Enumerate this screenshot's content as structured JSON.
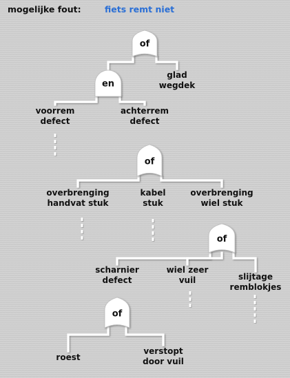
{
  "header": {
    "label": "mogelijke fout:",
    "value": "fiets remt niet"
  },
  "colors": {
    "header_value": "#2a6fd6",
    "line": "#ffffff",
    "gate_fill": "#ffffff",
    "text": "#111111"
  },
  "gates": {
    "root": "of",
    "brake": "en",
    "rear": "of",
    "wheel": "of",
    "hinge": "of"
  },
  "events": {
    "slippery_road": [
      "glad",
      "wegdek"
    ],
    "front_brake": [
      "voorrem",
      "defect"
    ],
    "rear_brake": [
      "achterrem",
      "defect"
    ],
    "handle_transmission": [
      "overbrenging",
      "handvat stuk"
    ],
    "cable": [
      "kabel",
      "stuk"
    ],
    "wheel_transmission": [
      "overbrenging",
      "wiel stuk"
    ],
    "hinge": [
      "scharnier",
      "defect"
    ],
    "wheel_dirty": [
      "wiel zeer",
      "vuil"
    ],
    "brake_pads": [
      "slijtage",
      "remblokjes"
    ],
    "rust": [
      "roest"
    ],
    "clogged": [
      "verstopt",
      "door vuil"
    ]
  }
}
